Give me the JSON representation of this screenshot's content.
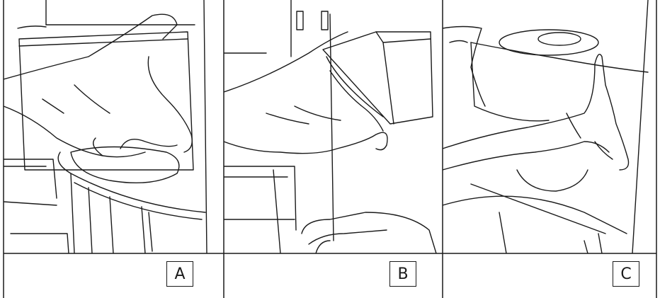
{
  "panels": [
    {
      "label": "A",
      "illustration": "hand-lifting-container-lid-icon"
    },
    {
      "label": "B",
      "illustration": "hand-tilting-box-icon"
    },
    {
      "label": "C",
      "illustration": "hands-removing-container-icon"
    }
  ],
  "colors": {
    "line": "#1a1a1a",
    "background": "#ffffff"
  }
}
